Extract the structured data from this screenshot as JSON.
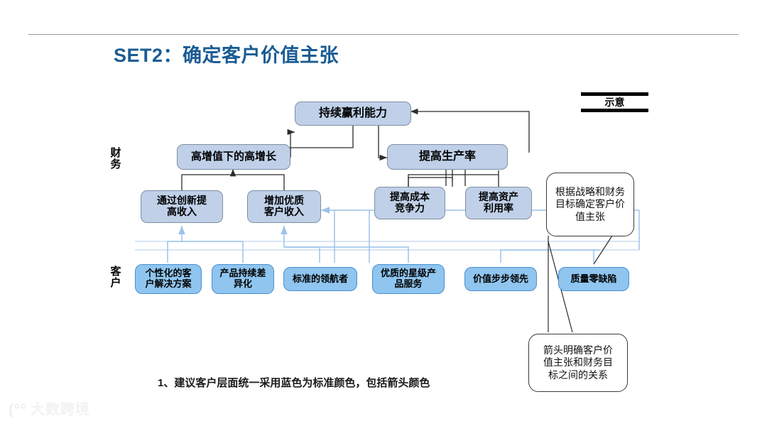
{
  "slide": {
    "title": "SET2：确定客户价值主张",
    "stamp": "示意",
    "footnote": "1、建议客户层面统一采用蓝色为标准颜色，包括箭头颜色",
    "watermark": "大数跨境"
  },
  "rows": {
    "finance_label": "财务",
    "customer_label": "客户"
  },
  "finance_nodes": [
    {
      "id": "profit",
      "label": "持续赢利能力"
    },
    {
      "id": "growth",
      "label": "高增值下的高增长"
    },
    {
      "id": "productivity",
      "label": "提高生产率"
    },
    {
      "id": "innovation",
      "label": "通过创新提\n高收入"
    },
    {
      "id": "quality_rev",
      "label": "增加优质\n客户收入"
    },
    {
      "id": "cost",
      "label": "提高成本\n竞争力"
    },
    {
      "id": "asset",
      "label": "提高资产\n利用率"
    }
  ],
  "customer_nodes": [
    {
      "id": "personalized",
      "label": "个性化的客\n户解决方案"
    },
    {
      "id": "differentiate",
      "label": "产品持续差\n异化"
    },
    {
      "id": "navigator",
      "label": "标准的领航者"
    },
    {
      "id": "star_service",
      "label": "优质的星级产\n品服务"
    },
    {
      "id": "value_lead",
      "label": "价值步步领先"
    },
    {
      "id": "zero_defect",
      "label": "质量零缺陷"
    }
  ],
  "callouts": [
    {
      "id": "top",
      "label": "根据战略和财务\n目标确定客户价\n值主张"
    },
    {
      "id": "bottom",
      "label": "箭头明确客户价\n值主张和财务目\n标之间的关系"
    }
  ],
  "colors": {
    "title": "#1a5c94",
    "finance_fill": "#bfd0e8",
    "finance_stroke": "#7f8fa3",
    "customer_fill": "#8fc5ef",
    "customer_stroke": "#4a8fd0",
    "black_connector": "#2b2b2b",
    "blue_connector": "#9cc3ea"
  }
}
